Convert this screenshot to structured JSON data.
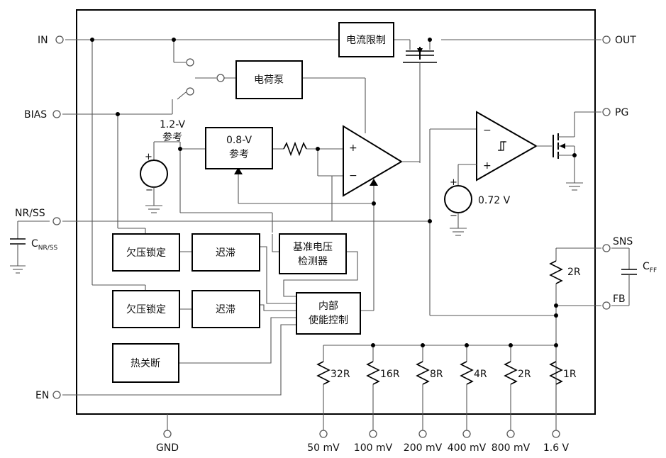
{
  "pins": {
    "in": "IN",
    "out": "OUT",
    "bias": "BIAS",
    "pg": "PG",
    "nr_ss": "NR/SS",
    "sns": "SNS",
    "fb": "FB",
    "en": "EN",
    "gnd": "GND"
  },
  "blocks": {
    "current_limit": "电流限制",
    "charge_pump": "电荷泵",
    "ref_08_line1": "0.8-V",
    "ref_08_line2": "参考",
    "uvlo_1": "欠压锁定",
    "hysteresis_1": "迟滞",
    "uvlo_2": "欠压锁定",
    "hysteresis_2": "迟滞",
    "ref_detect_line1": "基准电压",
    "ref_detect_line2": "检测器",
    "enable_line1": "内部",
    "enable_line2": "使能控制",
    "thermal": "热关断"
  },
  "labels": {
    "ref_12_line1": "1.2-V",
    "ref_12_line2": "参考",
    "pg_threshold": "0.72 V",
    "cnr_main": "C",
    "cnr_sub": "NR/SS",
    "cff_main": "C",
    "cff_sub": "FF",
    "r_sns": "2R",
    "opamp_plus": "+",
    "opamp_minus": "−",
    "comp_plus": "+",
    "comp_minus": "−"
  },
  "resistors": [
    "32R",
    "16R",
    "8R",
    "4R",
    "2R",
    "1R"
  ],
  "voltage_pins": [
    "50 mV",
    "100 mV",
    "200 mV",
    "400 mV",
    "800 mV",
    "1.6 V"
  ]
}
